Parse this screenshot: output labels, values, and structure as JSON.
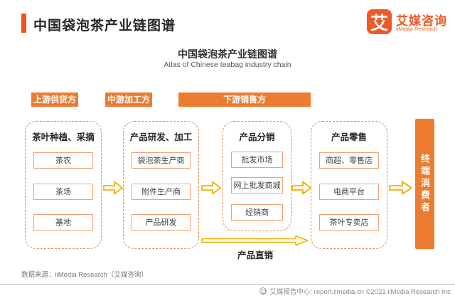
{
  "header": {
    "title": "中国袋泡茶产业链图谱",
    "logo": {
      "glyph": "艾",
      "brand_cn": "艾媒咨询",
      "brand_en": "iiMedia Research"
    }
  },
  "diagram": {
    "title": "中国袋泡茶产业链图谱",
    "subtitle": "Atlas of Chinese teabag industry chain",
    "stages": [
      {
        "label": "上游供货方"
      },
      {
        "label": "中游加工方"
      },
      {
        "label": "下游销售方"
      }
    ],
    "columns": [
      {
        "title": "茶叶种植、采摘",
        "items": [
          "茶农",
          "茶场",
          "基地"
        ]
      },
      {
        "title": "产品研发、加工",
        "items": [
          "袋泡茶生产商",
          "附件生产商",
          "产品研发"
        ]
      },
      {
        "title": "产品分销",
        "items": [
          "批发市场",
          "网上批发商城",
          "经销商"
        ]
      },
      {
        "title": "产品零售",
        "items": [
          "商超、零售店",
          "电商平台",
          "茶叶专卖店"
        ]
      }
    ],
    "end_consumer": "终端消费者",
    "direct_sales_label": "产品直销"
  },
  "footer": {
    "source_note": "数据来源：iiMedia Research（艾媒咨询）",
    "credit": "艾媒报告中心: report.iimedia.cn ©2021 iiMedia Research Inc"
  },
  "colors": {
    "accent_orange": "#EC7C30",
    "brand_red_orange": "#EF5A28",
    "arrow_gold": "#F2B200",
    "box_border": "#F0A170"
  }
}
